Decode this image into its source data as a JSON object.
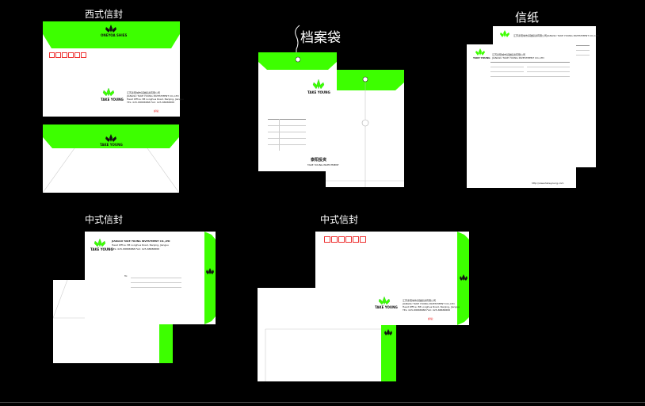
{
  "labels": {
    "western_envelope": "西式信封",
    "file_bag": "档案袋",
    "letter_paper": "信纸",
    "chinese_envelope_1": "中式信封",
    "chinese_envelope_2": "中式信封"
  },
  "brand": {
    "name": "TAKE YOUNG",
    "name_cn": "泰阳投资",
    "company_cn": "江苏泰阳城市基础投资有限公司",
    "company_en": "JIANGSU TAKE YOUNG INVESTMENT CO.,LTD",
    "investment": "TAKE YOUNG INVESTMENT",
    "website": "http://www.takeyoung.com",
    "top_logo": "ONEYOA SHIES",
    "to_label": "To:",
    "postcode_label": "邮编：",
    "head_office": "Head Office: 88 Longhua Road, Nanjing, Jiangsu",
    "tel": "TEL: 025-88888888   FAX: 025-88888888"
  },
  "colors": {
    "accent": "#3dff00",
    "stamp": "#e33333",
    "background": "#000000"
  }
}
